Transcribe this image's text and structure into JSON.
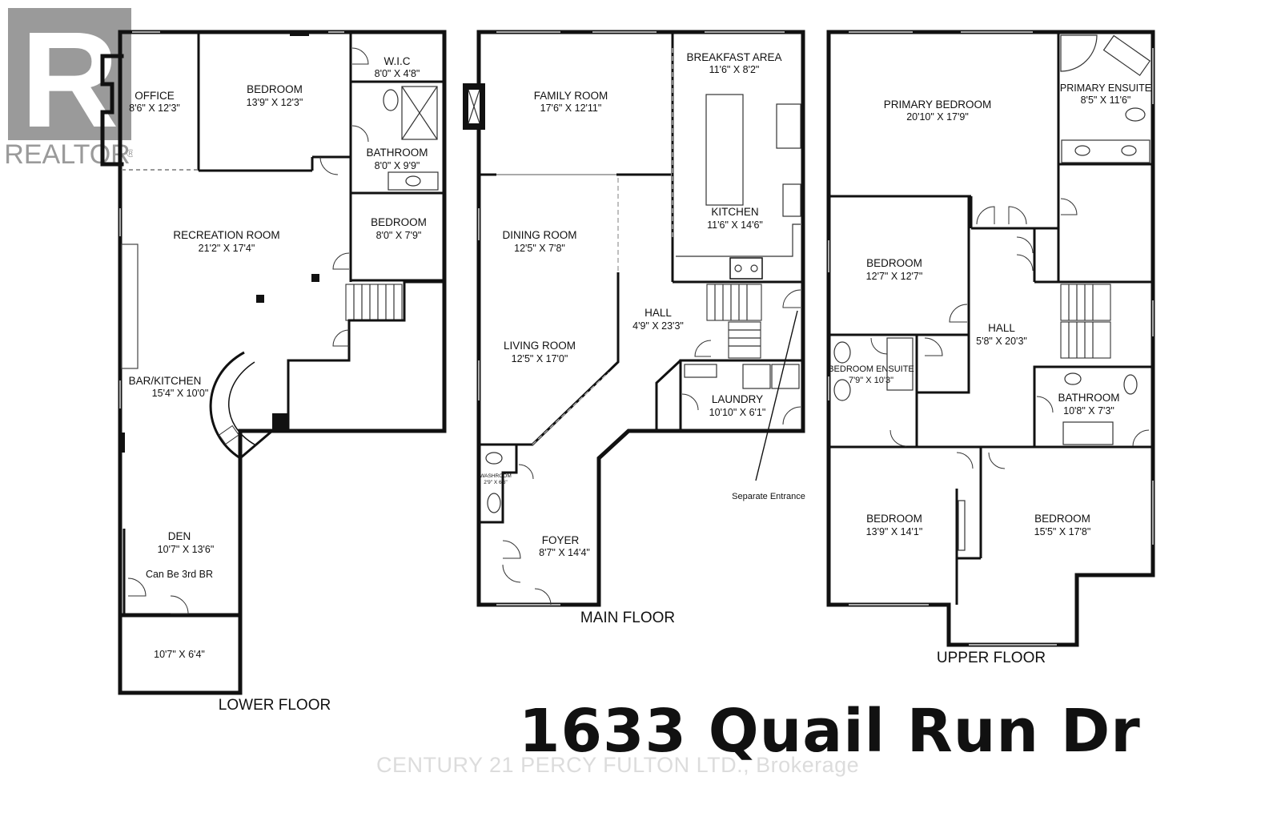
{
  "logo": {
    "word": "REALTOR",
    "mark": "R",
    "registered": "®",
    "color": "#9a9a9a"
  },
  "address": "1633 Quail Run Dr",
  "brokerage": "CENTURY 21 PERCY FULTON LTD., Brokerage",
  "floors": [
    {
      "name": "LOWER FLOOR",
      "rooms": [
        {
          "name": "OFFICE",
          "dims": "8'6\" X 12'3\""
        },
        {
          "name": "BEDROOM",
          "dims": "13'9\" X 12'3\""
        },
        {
          "name": "W.I.C",
          "dims": "8'0\" X 4'8\""
        },
        {
          "name": "BATHROOM",
          "dims": "8'0\" X 9'9\""
        },
        {
          "name": "BEDROOM",
          "dims": "8'0\" X 7'9\""
        },
        {
          "name": "RECREATION ROOM",
          "dims": "21'2\" X 17'4\""
        },
        {
          "name": "BAR/KITCHEN",
          "dims": "15'4\" X 10'0\""
        },
        {
          "name": "DEN",
          "dims": "10'7\" X 13'6\"",
          "note": "Can Be 3rd BR"
        },
        {
          "name": "",
          "dims": "10'7\" X 6'4\""
        }
      ]
    },
    {
      "name": "MAIN FLOOR",
      "rooms": [
        {
          "name": "FAMILY ROOM",
          "dims": "17'6\" X 12'11\""
        },
        {
          "name": "BREAKFAST AREA",
          "dims": "11'6\" X 8'2\""
        },
        {
          "name": "KITCHEN",
          "dims": "11'6\" X 14'6\""
        },
        {
          "name": "DINING ROOM",
          "dims": "12'5\" X 7'8\""
        },
        {
          "name": "LIVING ROOM",
          "dims": "12'5\" X 17'0\""
        },
        {
          "name": "HALL",
          "dims": "4'9\" X 23'3\""
        },
        {
          "name": "LAUNDRY",
          "dims": "10'10\" X 6'1\""
        },
        {
          "name": "WASHROOM",
          "dims": "2'9\" X 6'6\""
        },
        {
          "name": "FOYER",
          "dims": "8'7\" X 14'4\""
        }
      ],
      "annotation": "Separate Entrance"
    },
    {
      "name": "UPPER FLOOR",
      "rooms": [
        {
          "name": "PRIMARY BEDROOM",
          "dims": "20'10\" X 17'9\""
        },
        {
          "name": "PRIMARY ENSUITE",
          "dims": "8'5\" X 11'6\""
        },
        {
          "name": "BEDROOM",
          "dims": "12'7\" X 12'7\""
        },
        {
          "name": "HALL",
          "dims": "5'8\" X 20'3\""
        },
        {
          "name": "BEDROOM ENSUITE",
          "dims": "7'9\" X 10'3\""
        },
        {
          "name": "BATHROOM",
          "dims": "10'8\" X 7'3\""
        },
        {
          "name": "BEDROOM",
          "dims": "13'9\" X 14'1\""
        },
        {
          "name": "BEDROOM",
          "dims": "15'5\" X 17'8\""
        }
      ]
    }
  ]
}
